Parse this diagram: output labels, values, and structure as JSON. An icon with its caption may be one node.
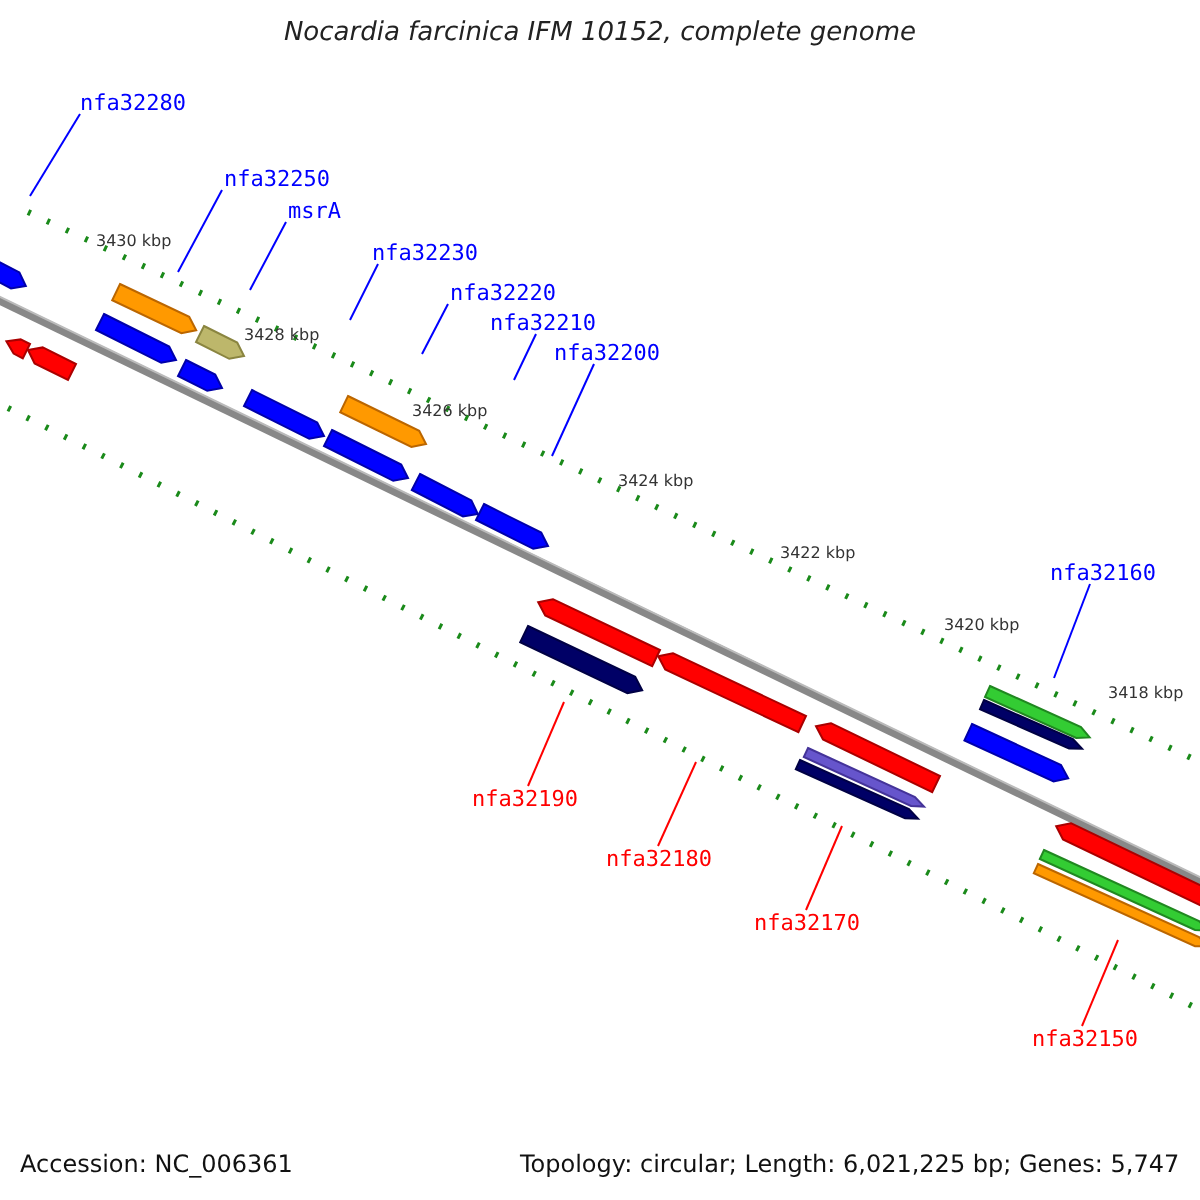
{
  "diagram": {
    "title": "Nocardia farcinica IFM 10152, complete genome",
    "nodes": [
      {
        "text": [
          "nfa32280"
        ]
      },
      {
        "text": [
          "nfa32250"
        ]
      },
      {
        "text": [
          "msrA"
        ]
      },
      {
        "text": [
          "nfa32230"
        ]
      },
      {
        "text": [
          "nfa32220"
        ]
      },
      {
        "text": [
          "nfa32210"
        ]
      },
      {
        "text": [
          "nfa32200"
        ]
      },
      {
        "text": [
          "nfa32160"
        ]
      },
      {
        "text": [
          "nfa32190"
        ]
      },
      {
        "text": [
          "nfa32180"
        ]
      },
      {
        "text": [
          "nfa32170"
        ]
      },
      {
        "text": [
          "nfa32150"
        ]
      }
    ],
    "edges": [
      {
        "from": 0,
        "to": null,
        "arrow": "none"
      },
      {
        "from": 1,
        "to": null,
        "arrow": "none"
      },
      {
        "from": 2,
        "to": null,
        "arrow": "none"
      },
      {
        "from": 3,
        "to": null,
        "arrow": "none"
      },
      {
        "from": 4,
        "to": null,
        "arrow": "none"
      },
      {
        "from": 5,
        "to": null,
        "arrow": "none"
      },
      {
        "from": 6,
        "to": null,
        "arrow": "none"
      },
      {
        "from": 7,
        "to": null,
        "arrow": "none"
      },
      {
        "from": 8,
        "to": null,
        "arrow": "none",
        "color": "#ff0000"
      },
      {
        "from": 9,
        "to": null,
        "arrow": "none",
        "color": "#ff0000"
      },
      {
        "from": 10,
        "to": null,
        "arrow": "none",
        "color": "#ff0000"
      },
      {
        "from": 11,
        "to": null,
        "arrow": "none",
        "color": "#ff0000"
      }
    ],
    "labels": [
      "3430 kbp",
      "3428 kbp",
      "3426 kbp",
      "3424 kbp",
      "3422 kbp",
      "3420 kbp",
      "3418 kbp",
      "Accession: NC_006361",
      "Topology: circular; Length: 6,021,225 bp; Genes: 5,747"
    ]
  }
}
